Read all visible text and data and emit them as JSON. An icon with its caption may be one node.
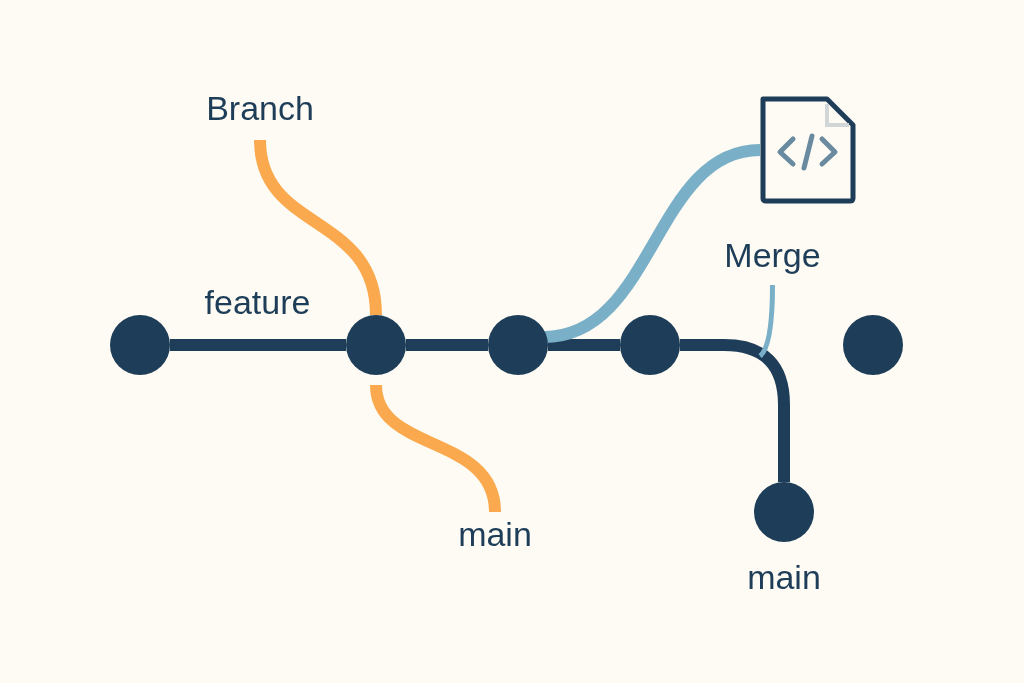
{
  "diagram": {
    "nodes": [
      {
        "text": [],
        "shape": "circle"
      },
      {
        "text": [],
        "shape": "circle"
      },
      {
        "text": [],
        "shape": "circle"
      },
      {
        "text": [],
        "shape": "circle"
      },
      {
        "text": [],
        "shape": "circle"
      },
      {
        "text": [],
        "shape": "circle",
        "beside": [
          "main"
        ]
      },
      {
        "text": [
          "Branch"
        ]
      },
      {
        "text": [
          "main"
        ]
      },
      {
        "text": [],
        "shape": "picture"
      },
      {
        "text": [
          "Merge"
        ]
      }
    ],
    "edges": [
      {
        "from": 0,
        "to": 1,
        "arrow": "none"
      },
      {
        "from": 1,
        "to": 2,
        "arrow": "none"
      },
      {
        "from": 2,
        "to": 3,
        "arrow": "none"
      },
      {
        "from": 3,
        "to": 5,
        "arrow": "none"
      },
      {
        "from": 2,
        "to": 8,
        "arrow": "none",
        "color": "#7aafc8"
      },
      {
        "from": 6,
        "to": 1,
        "arrow": "none",
        "color": "#fba94f"
      },
      {
        "from": 1,
        "to": 7,
        "arrow": "none",
        "color": "#fba94f"
      },
      {
        "from": 9,
        "to": null,
        "arrow": "none",
        "color": "#7aafc8"
      }
    ],
    "labels": [
      "feature"
    ]
  }
}
